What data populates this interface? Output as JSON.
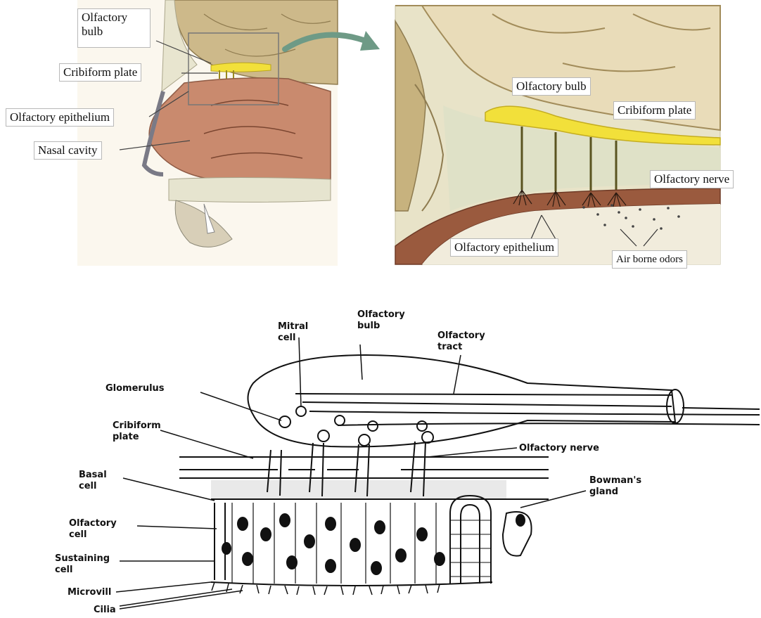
{
  "panel_left": {
    "labels": {
      "olfactory_bulb_line1": "Olfactory",
      "olfactory_bulb_line2": "bulb",
      "cribiform_plate": "Cribiform plate",
      "olfactory_epithelium": "Olfactory epithelium",
      "nasal_cavity": "Nasal cavity"
    }
  },
  "panel_right": {
    "labels": {
      "olfactory_bulb": "Olfactory bulb",
      "cribiform_plate": "Cribiform plate",
      "olfactory_nerve": "Olfactory nerve",
      "olfactory_epithelium": "Olfactory epithelium",
      "air_borne_odors": "Air borne odors"
    }
  },
  "panel_bottom": {
    "labels": {
      "olfactory_bulb_line1": "Olfactory",
      "olfactory_bulb_line2": "bulb",
      "mitral_cell_line1": "Mitral",
      "mitral_cell_line2": "cell",
      "olfactory_tract_line1": "Olfactory",
      "olfactory_tract_line2": "tract",
      "glomerulus": "Glomerulus",
      "cribiform_plate_line1": "Cribiform",
      "cribiform_plate_line2": "plate",
      "olfactory_nerve": "Olfactory   nerve",
      "basal_cell_line1": "Basal",
      "basal_cell_line2": "cell",
      "bowmans_gland_line1": "Bowman's",
      "bowmans_gland_line2": "gland",
      "olfactory_cell_line1": "Olfactory",
      "olfactory_cell_line2": "cell",
      "sustaining_cell_line1": "Sustaining",
      "sustaining_cell_line2": "cell",
      "microvilli": "Microvill",
      "cilia": "Cilia"
    }
  },
  "colors": {
    "brain": "#c9b78a",
    "bulb_yellow": "#f2e03a",
    "nasal_tissue": "#c98a6e",
    "bone": "#e6e4cf",
    "arrow": "#6e9a86",
    "epithelium": "#9a5a3e"
  }
}
